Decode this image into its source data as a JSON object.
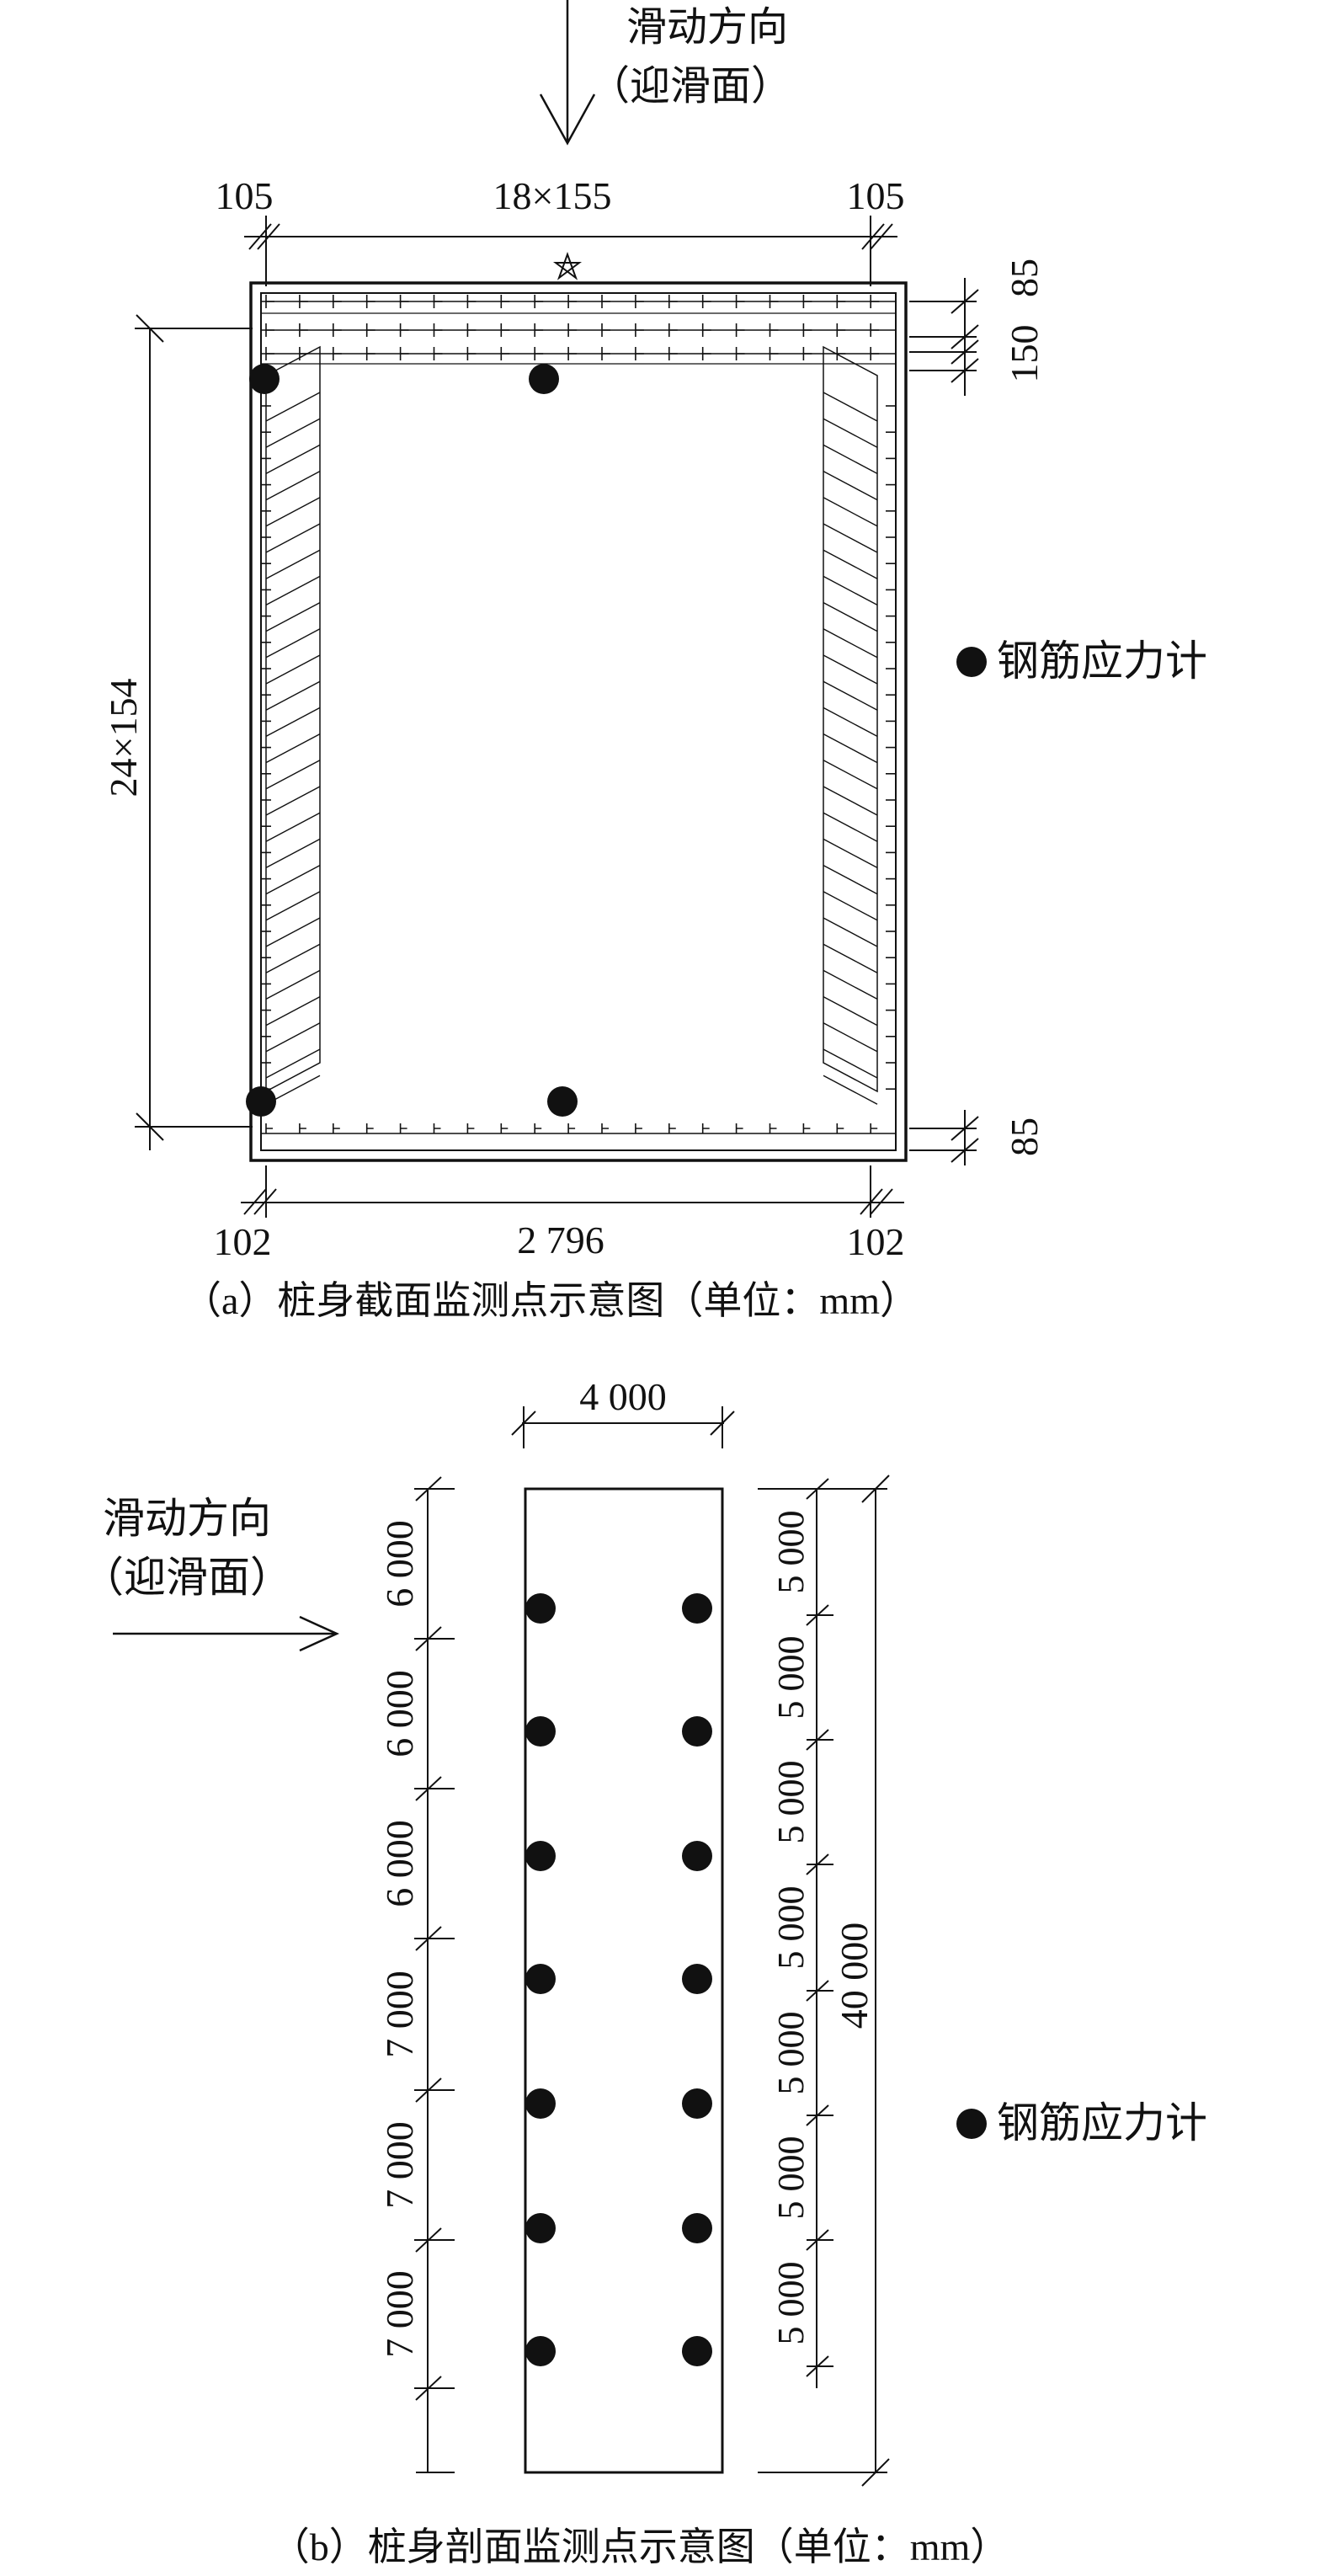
{
  "figure_a": {
    "slide_direction": [
      "滑动方向",
      "（迎滑面）"
    ],
    "dim_top": [
      "105",
      "18×155",
      "105"
    ],
    "dim_right_top": [
      "85",
      "150"
    ],
    "dim_right_bottom": "85",
    "dim_left": "24×154",
    "dim_bottom": [
      "102",
      "2 796",
      "102"
    ],
    "legend": "钢筋应力计",
    "caption": "（a）桩身截面监测点示意图（单位：mm）"
  },
  "figure_b": {
    "slide_direction": [
      "滑动方向",
      "（迎滑面）"
    ],
    "dim_top": "4 000",
    "dim_left": [
      "6 000",
      "6 000",
      "6 000",
      "7 000",
      "7 000",
      "7 000"
    ],
    "dim_right": [
      "5 000",
      "5 000",
      "5 000",
      "5 000",
      "5 000",
      "5 000",
      "5 000"
    ],
    "dim_total": "40 000",
    "legend": "钢筋应力计",
    "caption": "（b）桩身剖面监测点示意图（单位：mm）"
  },
  "colors": {
    "ink": "#111111",
    "background": "#ffffff"
  }
}
